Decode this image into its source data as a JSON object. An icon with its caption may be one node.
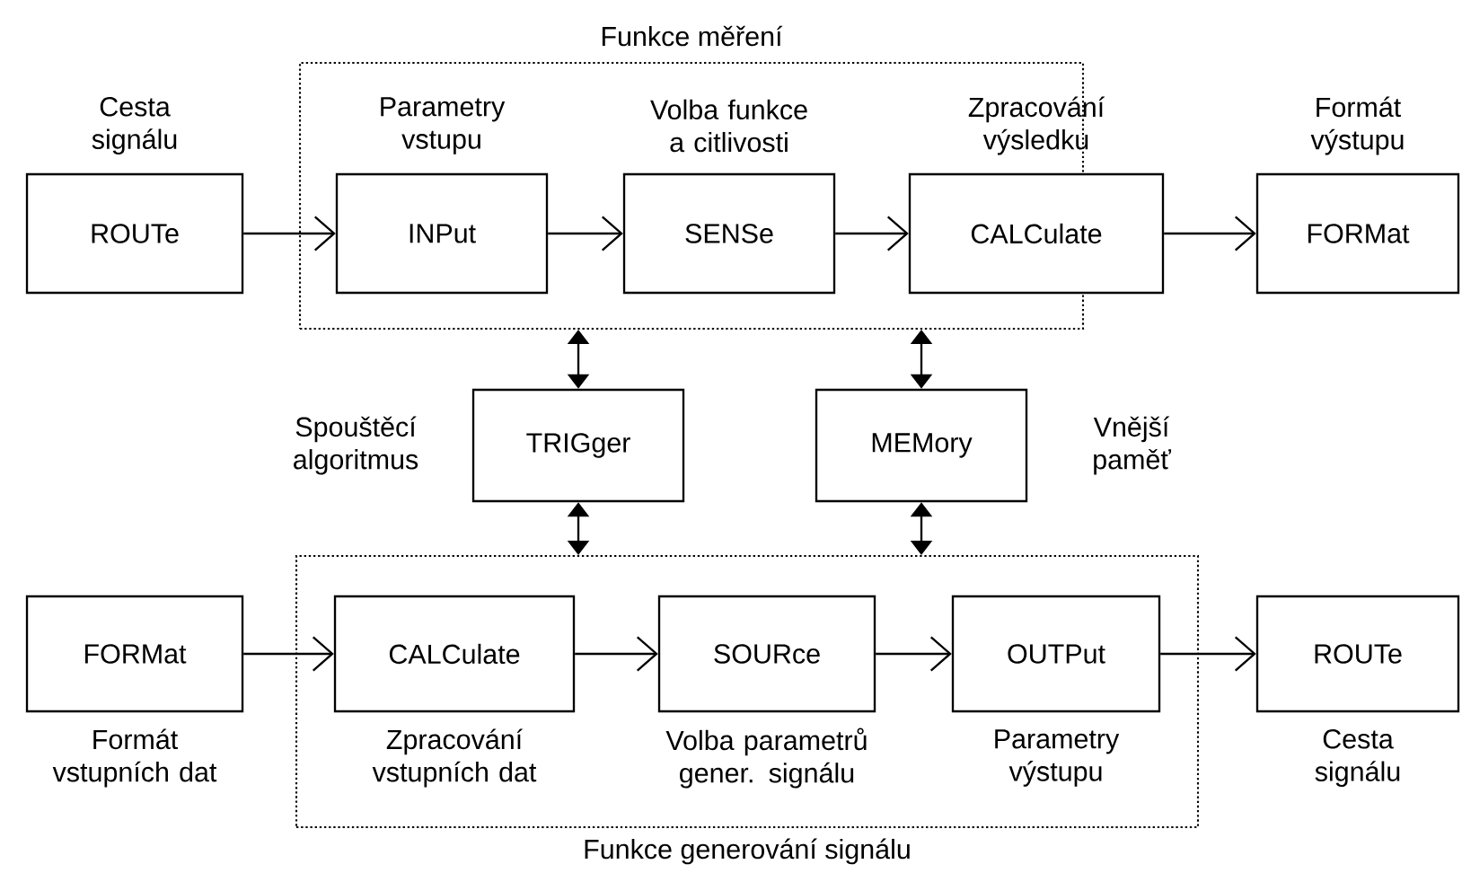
{
  "diagram": {
    "nodes": [
      {
        "text": [
          "Funkce měření"
        ]
      },
      {
        "text": [
          "ROUTe"
        ],
        "beside": [
          "Cesta signálu"
        ]
      },
      {
        "text": [
          "INPut"
        ],
        "in": 0,
        "beside": [
          "Parametry vstupu"
        ]
      },
      {
        "text": [
          "SENSe"
        ],
        "in": 0,
        "beside": [
          "Volba funkce a citlivosti"
        ]
      },
      {
        "text": [
          "CALCulate"
        ],
        "beside": [
          "Zpracování výsledku"
        ]
      },
      {
        "text": [
          "FORMat"
        ],
        "beside": [
          "Formát výstupu"
        ]
      },
      {
        "text": [
          "TRIGger"
        ],
        "beside": [
          "Spouštěcí algoritmus"
        ]
      },
      {
        "text": [
          "MEMory"
        ],
        "beside": [
          "Vnější paměť"
        ]
      },
      {
        "text": [
          "Funkce generování signálu"
        ]
      },
      {
        "text": [
          "FORMat"
        ],
        "beside": [
          "Formát vstupních dat"
        ]
      },
      {
        "text": [
          "CALCulate"
        ],
        "in": 8,
        "beside": [
          "Zpracování vstupních dat"
        ]
      },
      {
        "text": [
          "SOURce"
        ],
        "in": 8,
        "beside": [
          "Volba parametrů gener. signálu"
        ]
      },
      {
        "text": [
          "OUTPut"
        ],
        "in": 8,
        "beside": [
          "Parametry výstupu"
        ]
      },
      {
        "text": [
          "ROUTe"
        ],
        "beside": [
          "Cesta signálu"
        ]
      }
    ],
    "edges": [
      {
        "from": 1,
        "to": 2,
        "arrow": "to"
      },
      {
        "from": 2,
        "to": 3,
        "arrow": "to"
      },
      {
        "from": 3,
        "to": 4,
        "arrow": "to"
      },
      {
        "from": 4,
        "to": 5,
        "arrow": "to"
      },
      {
        "from": 0,
        "to": 6,
        "arrow": "both"
      },
      {
        "from": 0,
        "to": 7,
        "arrow": "both"
      },
      {
        "from": 6,
        "to": 8,
        "arrow": "both"
      },
      {
        "from": 7,
        "to": 8,
        "arrow": "both"
      },
      {
        "from": 9,
        "to": 10,
        "arrow": "to"
      },
      {
        "from": 10,
        "to": 11,
        "arrow": "to"
      },
      {
        "from": 11,
        "to": 12,
        "arrow": "to"
      },
      {
        "from": 12,
        "to": 13,
        "arrow": "to"
      }
    ]
  }
}
